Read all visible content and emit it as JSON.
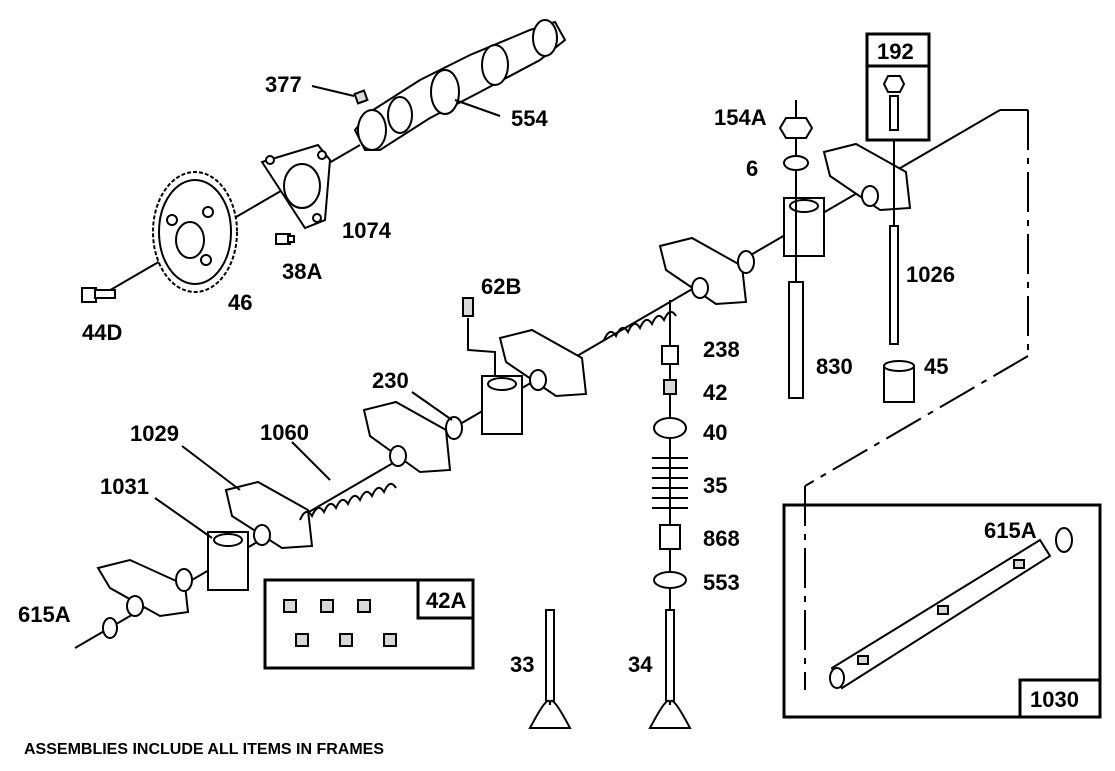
{
  "labels": {
    "p377": "377",
    "p554": "554",
    "p1074": "1074",
    "p38A": "38A",
    "p46": "46",
    "p44D": "44D",
    "p154A": "154A",
    "p6": "6",
    "p192": "192",
    "p1026": "1026",
    "p62B": "62B",
    "p238": "238",
    "p830": "830",
    "p45": "45",
    "p42": "42",
    "p40": "40",
    "p230": "230",
    "p1029": "1029",
    "p1060": "1060",
    "p35": "35",
    "p1031": "1031",
    "p868": "868",
    "p553": "553",
    "p615A_left": "615A",
    "p615A_right": "615A",
    "p42A": "42A",
    "p33": "33",
    "p34": "34",
    "p1030": "1030"
  },
  "footnote": "ASSEMBLIES INCLUDE ALL ITEMS IN FRAMES"
}
